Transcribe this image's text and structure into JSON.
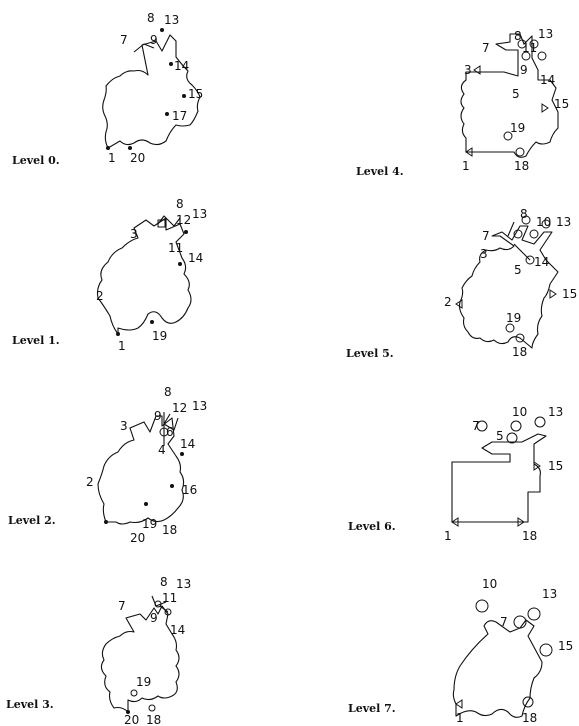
{
  "panels": [
    {
      "level_label": "Level 0.",
      "point_labels": [
        "8",
        "13",
        "7",
        "9",
        "14",
        "15",
        "17",
        "1",
        "20"
      ]
    },
    {
      "level_label": "Level 1.",
      "point_labels": [
        "8",
        "13",
        "12",
        "3",
        "11",
        "14",
        "2",
        "1",
        "19"
      ]
    },
    {
      "level_label": "Level 2.",
      "point_labels": [
        "8",
        "12",
        "13",
        "3",
        "9",
        "6",
        "4",
        "14",
        "2",
        "16",
        "19",
        "18",
        "20"
      ]
    },
    {
      "level_label": "Level 3.",
      "point_labels": [
        "8",
        "13",
        "7",
        "11",
        "9",
        "14",
        "19",
        "20",
        "18"
      ]
    },
    {
      "level_label": "Level 4.",
      "point_labels": [
        "8",
        "13",
        "7",
        "11",
        "9",
        "3",
        "14",
        "5",
        "15",
        "19",
        "1",
        "18"
      ]
    },
    {
      "level_label": "Level 5.",
      "point_labels": [
        "8",
        "10",
        "13",
        "7",
        "3",
        "14",
        "5",
        "15",
        "2",
        "19",
        "18"
      ]
    },
    {
      "level_label": "Level 6.",
      "point_labels": [
        "10",
        "13",
        "7",
        "5",
        "15",
        "1",
        "18"
      ]
    },
    {
      "level_label": "Level 7.",
      "point_labels": [
        "10",
        "13",
        "7",
        "15",
        "1",
        "18"
      ]
    }
  ]
}
